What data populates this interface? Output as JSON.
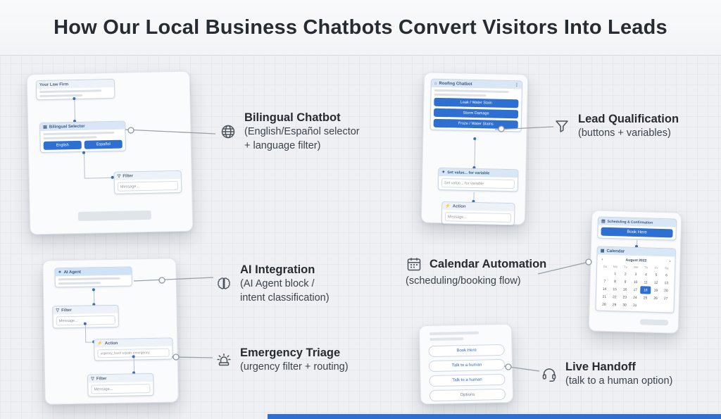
{
  "title": "How Our Local Business Chatbots Convert Visitors Into Leads",
  "colors": {
    "accent_blue": "#2e6fd2"
  },
  "icons": {
    "selector": "▤",
    "filter": "▽",
    "action": "⚡",
    "set_value": "✦",
    "agent": "✦",
    "home": "⌂",
    "calendar_node": "▦",
    "scheduling_node": "▤",
    "menu_dots": "⋮",
    "cal_prev": "‹",
    "cal_next": "›"
  },
  "callouts": [
    {
      "title": "Bilingual Chatbot",
      "line1": "(English/Español selector",
      "line2": "+ language filter)"
    },
    {
      "title": "Lead Qualification",
      "line1": "(buttons + variables)",
      "line2": ""
    },
    {
      "title": "AI Integration",
      "line1": "(AI Agent block /",
      "line2": "intent classification)"
    },
    {
      "title": "Calendar Automation",
      "line1": "(scheduling/booking flow)",
      "line2": ""
    },
    {
      "title": "Emergency Triage",
      "line1": "(urgency filter + routing)",
      "line2": ""
    },
    {
      "title": "Live Handoff",
      "line1": "(talk to a human option)",
      "line2": ""
    }
  ],
  "law_firm_card": {
    "header_title": "Your Law Firm",
    "selector_title": "Bilingual Selector",
    "buttons": [
      "English",
      "Español"
    ],
    "filter_title": "Filter",
    "filter_value": "Message..."
  },
  "roofing_card": {
    "header_title": "Roofing Chatbot",
    "buttons": [
      "Leak / Water Stain",
      "Storm Damage",
      "Froze / Water Stains"
    ],
    "set_value_title": "Set value... for variable",
    "set_value_row": "Set value... for variable",
    "action_title": "Action",
    "action_value": "Message..."
  },
  "scheduling_card": {
    "header_title": "Scheduling & Confirmation",
    "book_button": "Book Here",
    "calendar_title": "Calendar",
    "month": "August 2022",
    "day_headers": [
      "Su",
      "Mo",
      "Tu",
      "We",
      "Th",
      "Fr",
      "Sa"
    ],
    "days": [
      "",
      "1",
      "2",
      "3",
      "4",
      "5",
      "6",
      "7",
      "8",
      "9",
      "10",
      "11",
      "12",
      "13",
      "14",
      "15",
      "16",
      "17",
      "18",
      "19",
      "20",
      "21",
      "22",
      "23",
      "24",
      "25",
      "26",
      "27",
      "28",
      "29",
      "30",
      "31"
    ],
    "selected_day": "18"
  },
  "ai_card": {
    "agent_title": "AI Agent",
    "filter1_title": "Filter",
    "filter1_value": "Message...",
    "action_title": "Action",
    "action_value": "urgency_level equals emergency",
    "filter2_title": "Filter",
    "filter2_value": "Message..."
  },
  "handoff_card": {
    "buttons": [
      "Book Here",
      "Talk to a human",
      "Talk to a human",
      "Options"
    ]
  }
}
